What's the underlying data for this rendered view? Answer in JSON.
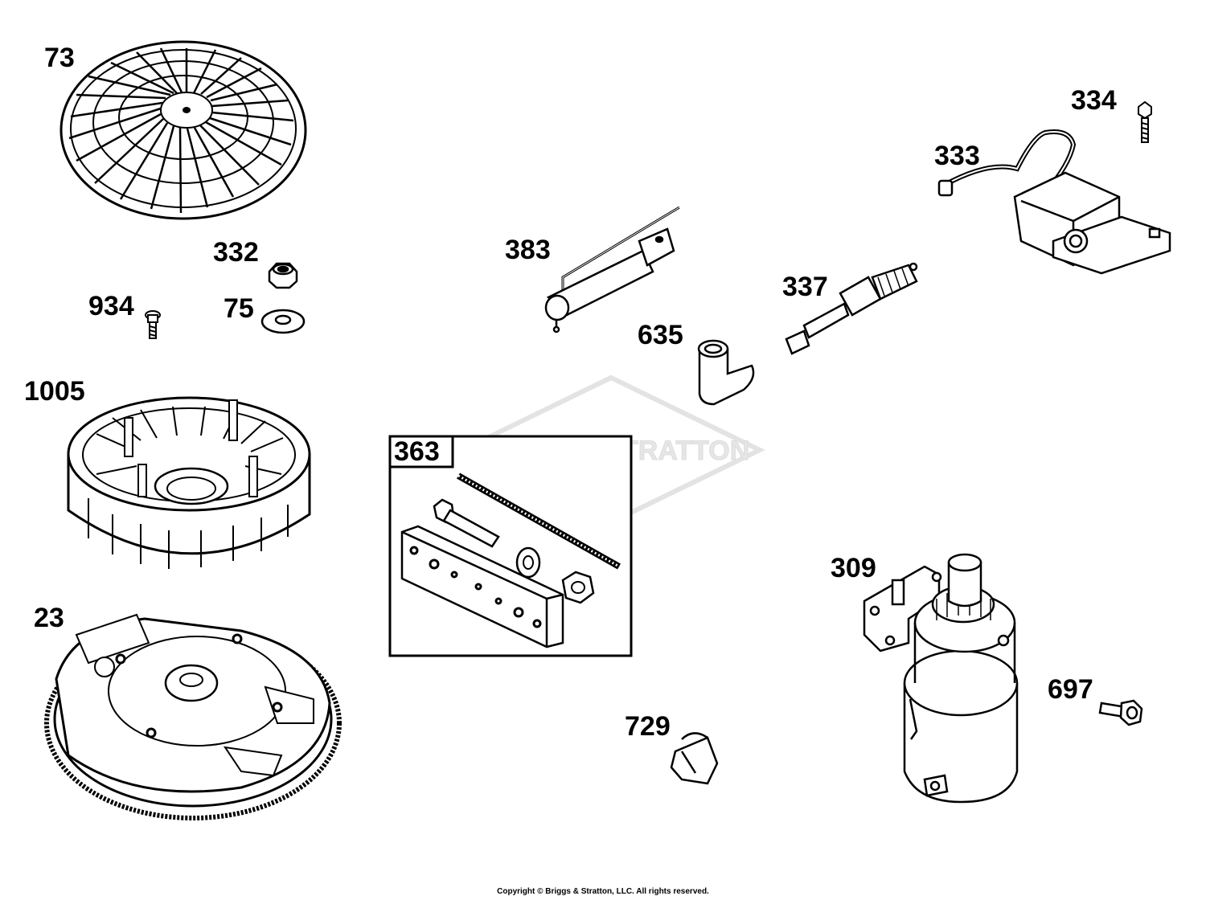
{
  "watermark": {
    "text": "BRIGGS&STRATTON",
    "color": "#e3e3e3"
  },
  "kit": {
    "number": "363"
  },
  "callouts": {
    "p73": "73",
    "p332": "332",
    "p934": "934",
    "p75": "75",
    "p1005": "1005",
    "p23": "23",
    "p383": "383",
    "p635": "635",
    "p337": "337",
    "p333": "333",
    "p334": "334",
    "p309": "309",
    "p697": "697",
    "p729": "729"
  },
  "colors": {
    "line": "#000000",
    "background": "#ffffff"
  },
  "copyright": "Copyright © Briggs & Stratton, LLC. All rights reserved."
}
